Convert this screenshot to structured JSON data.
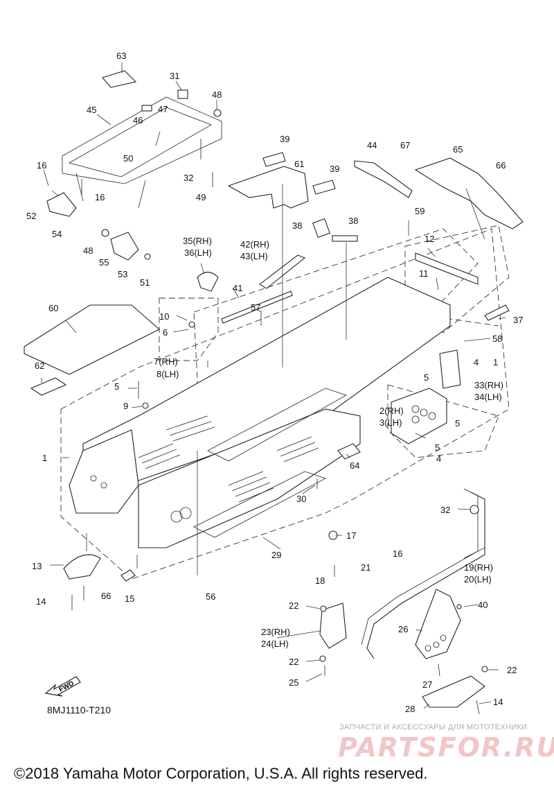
{
  "diagram_code": "8MJ1110-T210",
  "fwd_label": "FWD",
  "watermark": {
    "subtitle": "ЗАПЧАСТИ И АКСЕССУАРЫ ДЛЯ МОТОТЕХНИКИ",
    "brand": "PARTSFOR.RU"
  },
  "copyright": "©2018 Yamaha Motor Corporation, U.S.A. All rights reserved.",
  "callouts": [
    "63",
    "31",
    "48",
    "45",
    "47",
    "46",
    "50",
    "32",
    "49",
    "16",
    "16",
    "52",
    "54",
    "48",
    "55",
    "53",
    "51",
    "39",
    "61",
    "39",
    "44",
    "67",
    "65",
    "66",
    "38",
    "38",
    "59",
    "35(RH)",
    "36(LH)",
    "42(RH)",
    "43(LH)",
    "12",
    "11",
    "60",
    "41",
    "57",
    "10",
    "6",
    "37",
    "58",
    "7(RH)",
    "8(LH)",
    "62",
    "4",
    "1",
    "5",
    "33(RH)",
    "34(LH)",
    "5",
    "9",
    "2(RH)",
    "3(LH)",
    "5",
    "1",
    "5",
    "4",
    "64",
    "30",
    "32",
    "13",
    "17",
    "29",
    "21",
    "16",
    "19(RH)",
    "20(LH)",
    "18",
    "14",
    "66",
    "15",
    "56",
    "22",
    "40",
    "23(RH)",
    "24(LH)",
    "26",
    "22",
    "22",
    "27",
    "25",
    "14",
    "28"
  ]
}
